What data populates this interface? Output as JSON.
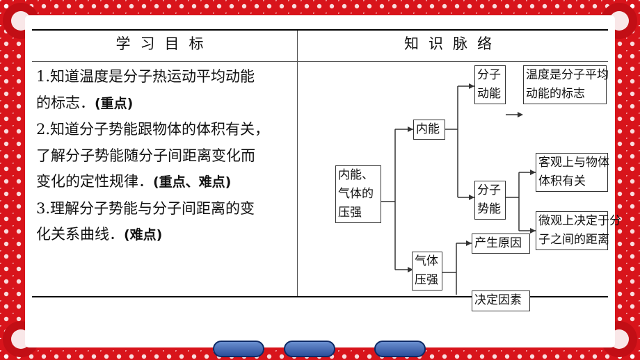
{
  "slide": {
    "table": {
      "header_left": "学习目标",
      "header_right": "知识脉络",
      "goals": [
        [
          {
            "t": "1.知道温度是分子热运动平均动能",
            "b": false
          }
        ],
        [
          {
            "t": "的标志．",
            "b": false
          },
          {
            "t": "(重点)",
            "b": true
          }
        ],
        [
          {
            "t": "2.知道分子势能跟物体的体积有关，",
            "b": false
          }
        ],
        [
          {
            "t": "了解分子势能随分子间距离变化而",
            "b": false
          }
        ],
        [
          {
            "t": "变化的定性规律．",
            "b": false
          },
          {
            "t": "(重点、难点)",
            "b": true
          }
        ],
        [
          {
            "t": "3.理解分子势能与分子间距离的变",
            "b": false
          }
        ],
        [
          {
            "t": "化关系曲线．",
            "b": false
          },
          {
            "t": "(难点)",
            "b": true
          }
        ]
      ]
    },
    "map": {
      "root": [
        "内能、",
        "气体的",
        "压强"
      ],
      "inner_energy": "内能",
      "molecular_ke": [
        "分子",
        "动能"
      ],
      "molecular_ke_desc": [
        "温度是分子平均",
        "动能的标志"
      ],
      "molecular_pe": [
        "分子",
        "势能"
      ],
      "macro_desc": [
        "客观上与物体",
        "体积有关"
      ],
      "micro_desc": [
        "微观上决定于分",
        "子之间的距离"
      ],
      "gas_pressure": [
        "气体",
        "压强"
      ],
      "cause": "产生原因",
      "factors": "决定因素"
    },
    "colors": {
      "frame": "#d8141b",
      "button": "#3b5fae"
    }
  }
}
